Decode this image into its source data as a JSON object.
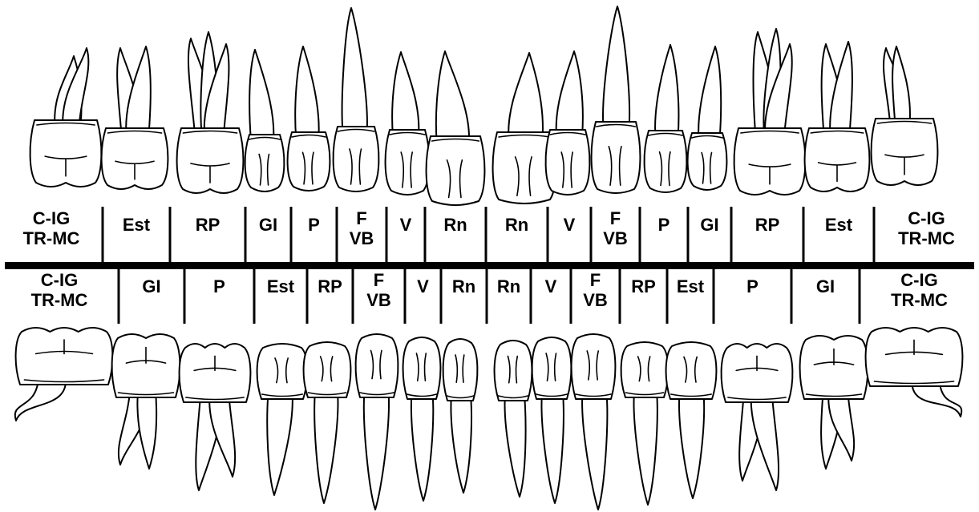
{
  "upper_labels": [
    [
      "C-IG",
      "TR-MC"
    ],
    [
      "Est"
    ],
    [
      "RP"
    ],
    [
      "GI"
    ],
    [
      "P"
    ],
    [
      "F",
      "VB"
    ],
    [
      "V"
    ],
    [
      "Rn"
    ],
    [
      "Rn"
    ],
    [
      "V"
    ],
    [
      "F",
      "VB"
    ],
    [
      "P"
    ],
    [
      "GI"
    ],
    [
      "RP"
    ],
    [
      "Est"
    ],
    [
      "C-IG",
      "TR-MC"
    ]
  ],
  "lower_labels": [
    [
      "C-IG",
      "TR-MC"
    ],
    [
      "GI"
    ],
    [
      "P"
    ],
    [
      "Est"
    ],
    [
      "RP"
    ],
    [
      "F",
      "VB"
    ],
    [
      "V"
    ],
    [
      "Rn"
    ],
    [
      "Rn"
    ],
    [
      "V"
    ],
    [
      "F",
      "VB"
    ],
    [
      "RP"
    ],
    [
      "Est"
    ],
    [
      "P"
    ],
    [
      "GI"
    ],
    [
      "C-IG",
      "TR-MC"
    ]
  ],
  "upper_teeth": [
    "third-molar",
    "second-molar",
    "first-molar",
    "second-premolar",
    "first-premolar",
    "canine",
    "lateral-incisor",
    "central-incisor",
    "central-incisor",
    "lateral-incisor",
    "canine",
    "first-premolar",
    "second-premolar",
    "first-molar",
    "second-molar",
    "third-molar"
  ],
  "lower_teeth": [
    "third-molar",
    "second-molar",
    "first-molar",
    "second-premolar",
    "first-premolar",
    "canine",
    "lateral-incisor",
    "central-incisor",
    "central-incisor",
    "lateral-incisor",
    "canine",
    "first-premolar",
    "second-premolar",
    "first-molar",
    "second-molar",
    "third-molar"
  ],
  "colors": {
    "line": "#000000",
    "background": "#ffffff"
  }
}
